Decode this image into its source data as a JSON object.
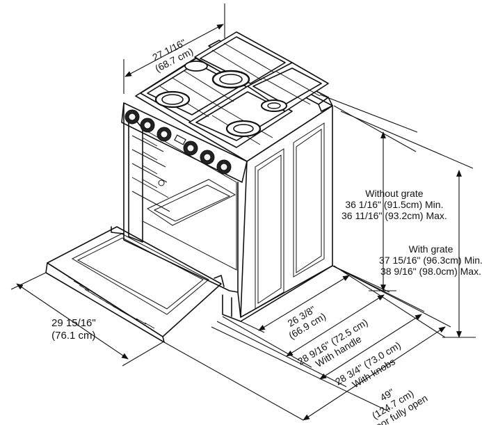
{
  "labels": {
    "depth_top": {
      "line1": "27 1/16\"",
      "line2": "(68.7 cm)"
    },
    "height_no_grate": {
      "line1": "Without grate",
      "line2": "36 1/16\" (91.5cm) Min.",
      "line3": "36 11/16\" (93.2cm) Max."
    },
    "height_grate": {
      "line1": "With grate",
      "line2": "37 15/16\" (96.3cm) Min.",
      "line3": "38 9/16\" (98.0cm) Max."
    },
    "width_left": {
      "line1": "29 15/16\"",
      "line2": "(76.1 cm)"
    },
    "depth_body": {
      "line1": "26 3/8\"",
      "line2": "(66.9 cm)"
    },
    "depth_handle": {
      "line1": "28 9/16\" (72.5 cm)",
      "line2": "With handle"
    },
    "depth_knobs": {
      "line1": "28 3/4\" (73.0 cm)",
      "line2": "With knobs"
    },
    "depth_door": {
      "line1": "49\"",
      "line2": "(124.7 cm)",
      "line3": "Door fully open"
    }
  }
}
